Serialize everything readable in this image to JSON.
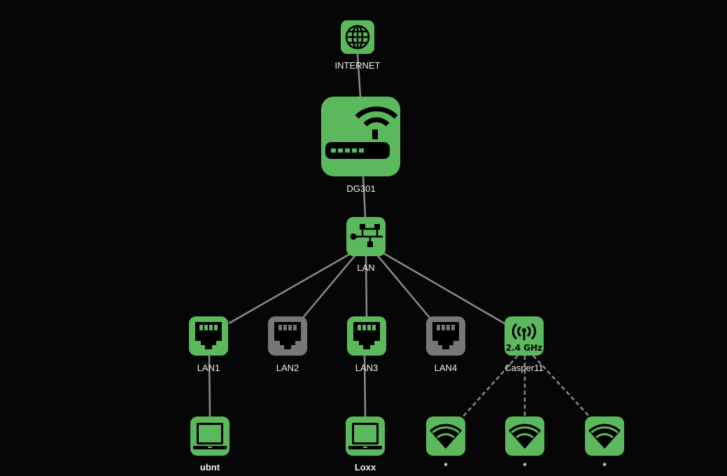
{
  "colors": {
    "background": "#060606",
    "active": "#5cb85c",
    "inactive": "#777777",
    "edge": "#8a8a8a"
  },
  "nodes": {
    "internet": {
      "label": "INTERNET",
      "icon": "globe-icon",
      "status": "active"
    },
    "router": {
      "label": "DG301",
      "icon": "router-icon",
      "status": "active"
    },
    "lan": {
      "label": "LAN",
      "icon": "network-icon",
      "status": "active"
    },
    "lan1": {
      "label": "LAN1",
      "icon": "ethernet-port-icon",
      "status": "active"
    },
    "lan2": {
      "label": "LAN2",
      "icon": "ethernet-port-icon",
      "status": "inactive"
    },
    "lan3": {
      "label": "LAN3",
      "icon": "ethernet-port-icon",
      "status": "active"
    },
    "lan4": {
      "label": "LAN4",
      "icon": "ethernet-port-icon",
      "status": "inactive"
    },
    "wifi": {
      "label": "Casper11",
      "icon": "wireless-antenna-icon",
      "band": "2.4 GHz",
      "status": "active"
    },
    "ubnt": {
      "label": "ubnt",
      "icon": "laptop-icon",
      "status": "active"
    },
    "loxx": {
      "label": "Loxx",
      "icon": "laptop-icon",
      "status": "active"
    },
    "client1": {
      "label": "*",
      "icon": "wifi-client-icon",
      "status": "active"
    },
    "client2": {
      "label": "*",
      "icon": "wifi-client-icon",
      "status": "active"
    },
    "client3": {
      "label": "*",
      "icon": "wifi-client-icon",
      "status": "active"
    }
  }
}
